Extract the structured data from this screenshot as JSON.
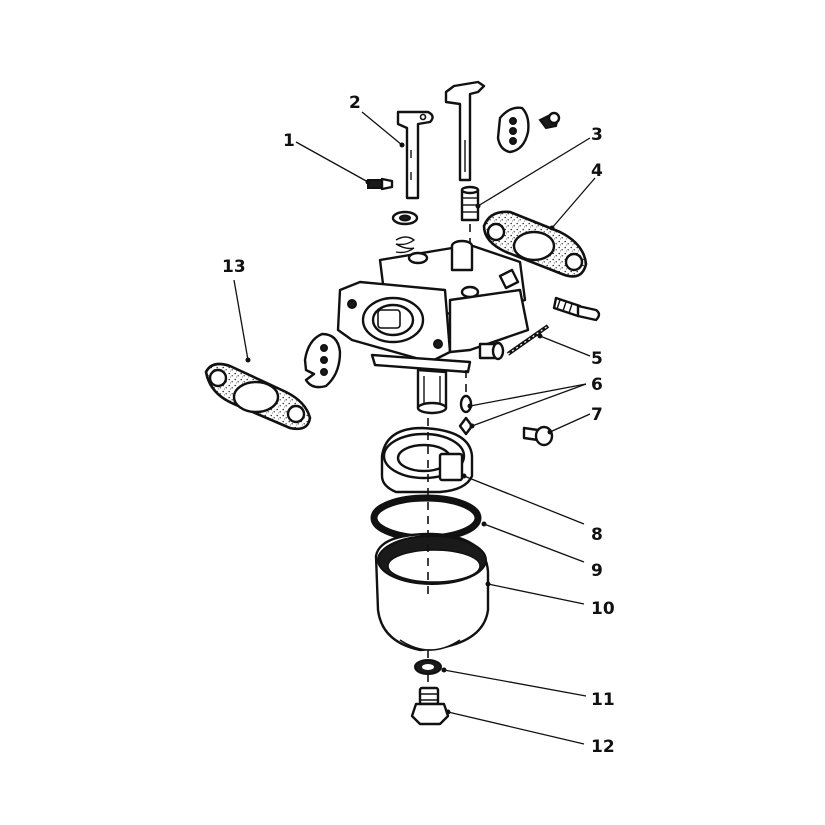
{
  "diagram": {
    "callouts": [
      {
        "id": "1",
        "label": "1"
      },
      {
        "id": "2",
        "label": "2"
      },
      {
        "id": "3",
        "label": "3"
      },
      {
        "id": "4",
        "label": "4"
      },
      {
        "id": "5",
        "label": "5"
      },
      {
        "id": "6",
        "label": "6"
      },
      {
        "id": "7",
        "label": "7"
      },
      {
        "id": "8",
        "label": "8"
      },
      {
        "id": "9",
        "label": "9"
      },
      {
        "id": "10",
        "label": "10"
      },
      {
        "id": "11",
        "label": "11"
      },
      {
        "id": "12",
        "label": "12"
      },
      {
        "id": "13",
        "label": "13"
      }
    ],
    "colors": {
      "ink": "#111111",
      "paper": "#ffffff"
    }
  }
}
